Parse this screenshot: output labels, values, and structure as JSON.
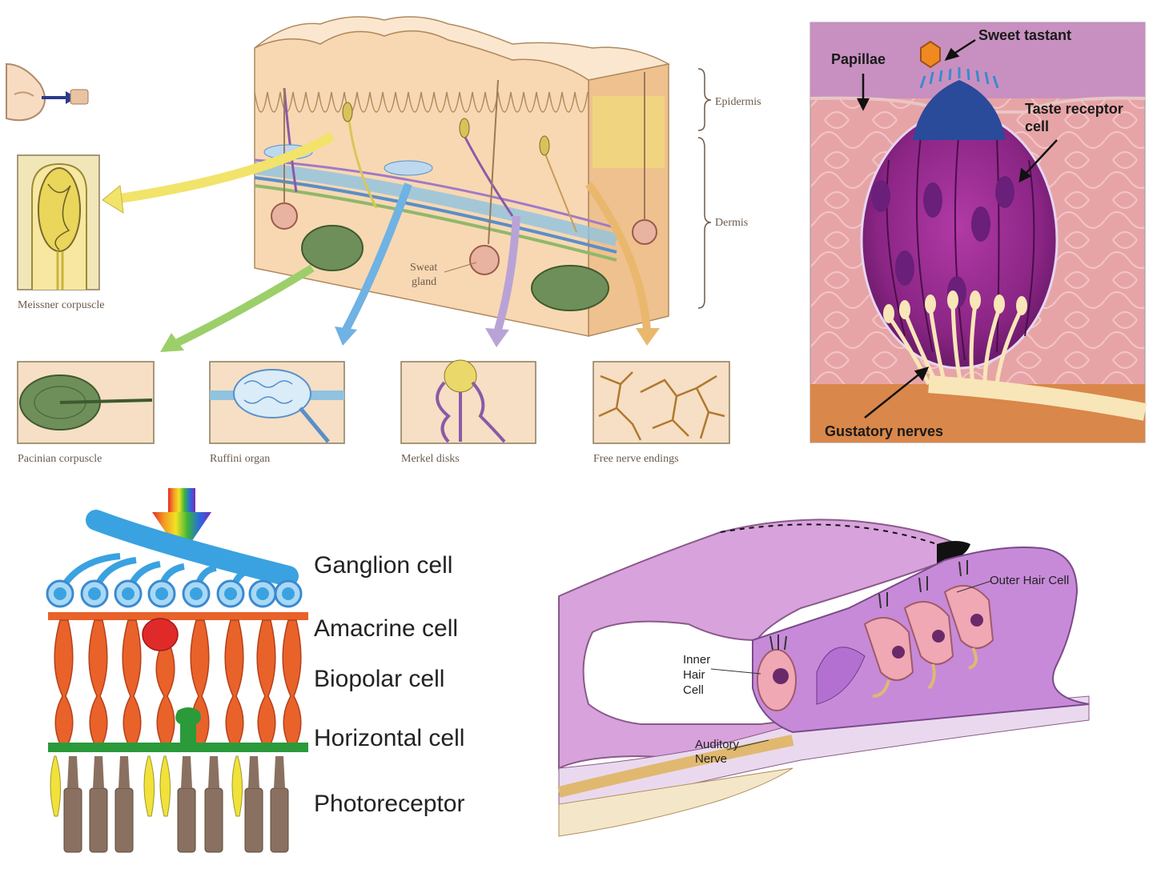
{
  "skin": {
    "layers": {
      "epidermis": "Epidermis",
      "dermis": "Dermis"
    },
    "sweat_gland": [
      "Sweat",
      "gland"
    ],
    "receptors": {
      "meissner": "Meissner corpuscle",
      "pacinian": "Pacinian corpuscle",
      "ruffini": "Ruffini organ",
      "merkel": "Merkel disks",
      "free": "Free nerve endings"
    }
  },
  "taste": {
    "sweet_tastant": "Sweet tastant",
    "papillae": "Papillae",
    "receptor_cell": [
      "Taste receptor",
      "cell"
    ],
    "nerves": "Gustatory nerves"
  },
  "retina": {
    "ganglion": "Ganglion cell",
    "amacrine": "Amacrine cell",
    "bipolar": "Biopolar cell",
    "horizontal": "Horizontal cell",
    "photoreceptor": "Photoreceptor"
  },
  "cochlea": {
    "outer_hair": "Outer Hair Cell",
    "inner_hair": [
      "Inner",
      "Hair",
      "Cell"
    ],
    "auditory_nerve": [
      "Auditory",
      "Nerve"
    ]
  },
  "colors": {
    "meissner_arrow": "#f2e36a",
    "pacinian_arrow": "#9ccf6a",
    "ruffini_arrow": "#6fb2e3",
    "merkel_arrow": "#b9a3d6",
    "free_arrow": "#e9b86e",
    "taste_bg": "#e8a8a8",
    "taste_cell": "#8d2a86",
    "retina_ganglion": "#3aa2e0",
    "retina_bipolar": "#e8622a",
    "retina_horizontal": "#2a9a3a",
    "cochlea_pink": "#d8a2dc"
  }
}
